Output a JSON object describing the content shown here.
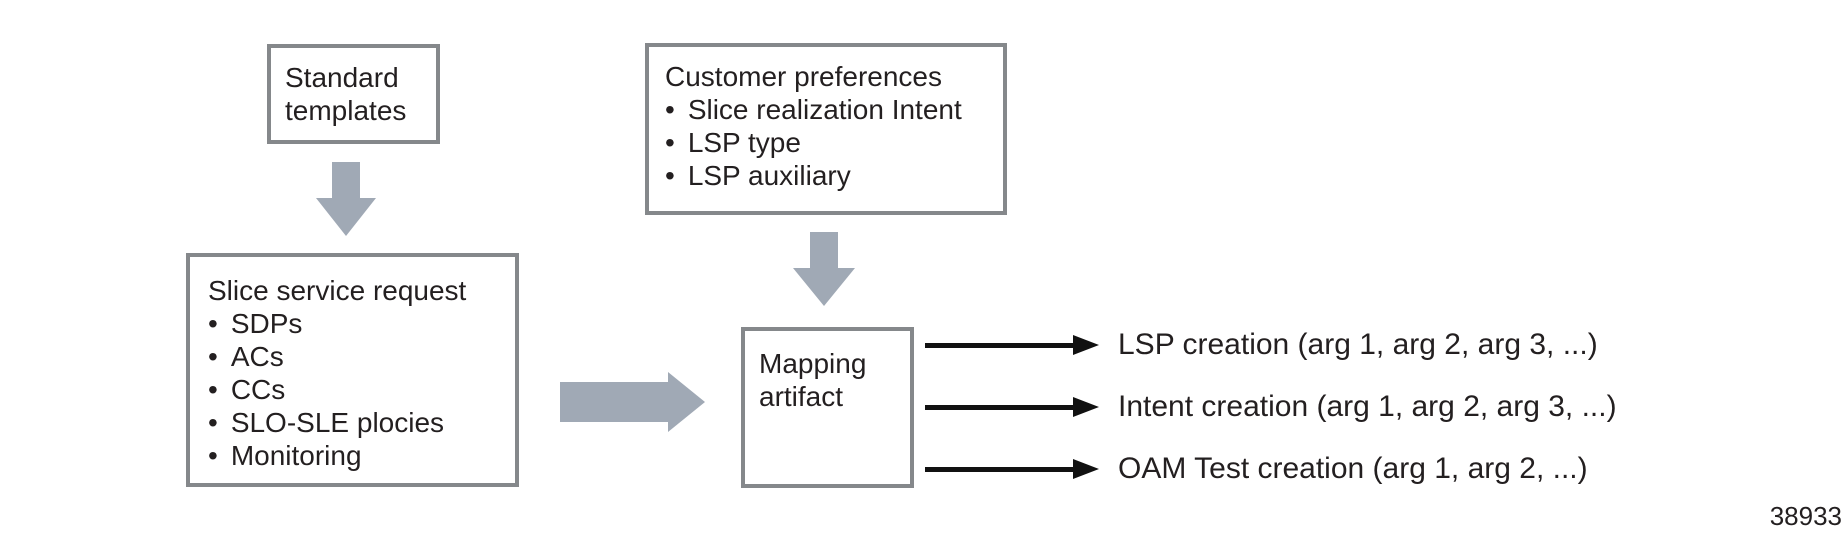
{
  "colors": {
    "box_border": "#85888b",
    "arrow_gray": "#a0a9b5",
    "arrow_black": "#111111",
    "text": "#231f20",
    "background": "#ffffff"
  },
  "boxes": {
    "standard_templates": {
      "label": "Standard templates"
    },
    "customer_preferences": {
      "title": "Customer preferences",
      "items": [
        "Slice realization Intent",
        "LSP type",
        "LSP auxiliary"
      ]
    },
    "slice_service_request": {
      "title": "Slice service request",
      "items": [
        "SDPs",
        "ACs",
        "CCs",
        "SLO-SLE plocies",
        "Monitoring"
      ]
    },
    "mapping_artifact": {
      "label": "Mapping artifact"
    }
  },
  "outputs": [
    {
      "label": "LSP creation (arg 1, arg 2, arg 3, ...)"
    },
    {
      "label": "Intent creation (arg 1, arg 2, arg 3, ...)"
    },
    {
      "label": "OAM Test creation (arg 1, arg 2, ...)"
    }
  ],
  "figure_number": "38933"
}
